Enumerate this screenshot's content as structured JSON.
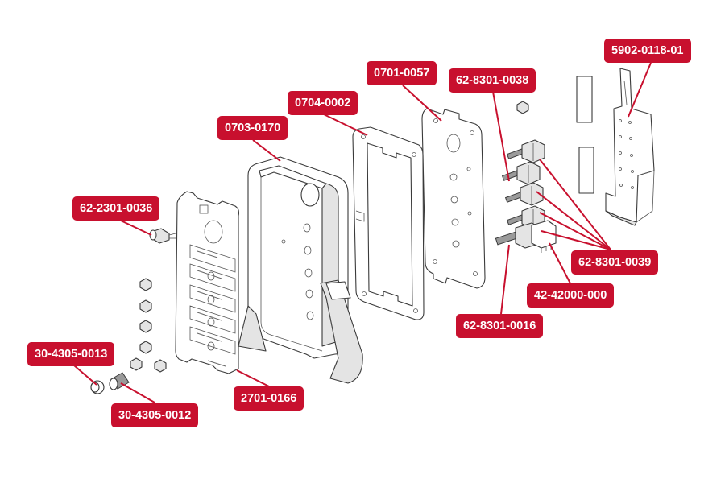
{
  "theme": {
    "label_bg": "#c8102e",
    "label_text": "#ffffff",
    "line_color": "#c8102e"
  },
  "labels": {
    "l_5902_0118_01": "5902-0118-01",
    "l_0701_0057": "0701-0057",
    "l_62_8301_0038": "62-8301-0038",
    "l_0704_0002": "0704-0002",
    "l_0703_0170": "0703-0170",
    "l_62_2301_0036": "62-2301-0036",
    "l_62_8301_0039": "62-8301-0039",
    "l_42_42000_000": "42-42000-000",
    "l_62_8301_0016": "62-8301-0016",
    "l_30_4305_0013": "30-4305-0013",
    "l_2701_0166": "2701-0166",
    "l_30_4305_0012": "30-4305-0012"
  }
}
